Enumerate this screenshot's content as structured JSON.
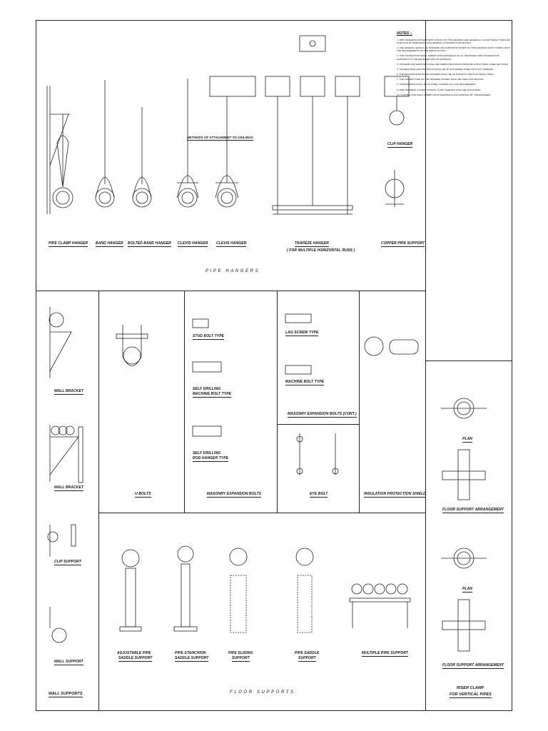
{
  "sections": {
    "hangers_title": "PIPE HANGERS",
    "floor_title": "FLOOR SUPPORTS",
    "wall_title": "WALL SUPPORTS",
    "riser_title_1": "RISER CLAMP",
    "riser_title_2": "FOR VERTICAL PIPES"
  },
  "hangers": {
    "pipe_clamp": "PIPE CLAMP HANGER",
    "band": "BAND HANGER",
    "bolted_band": "BOLTED BAND HANGER",
    "clevis_1": "CLEVIS HANGER",
    "clevis_2": "CLEVIS HANGER",
    "trapeze": "TRAPEZE HANGER",
    "trapeze_sub": "( FOR MULTIPLE HORIZONTAL RUNS )",
    "copper": "COPPER PIPE SUPPORT",
    "clip": "CLIP HANGER",
    "methods": "METHODS OF ATTACHMENT TO CEILINGS"
  },
  "middle": {
    "ubolts": "U-BOLTS",
    "masonry": "MASONRY EXPANSION BOLTS",
    "masonry_cont": "MASONRY EXPANSION BOLTS (CONT.)",
    "eye_bolt": "EYE BOLT",
    "insulation": "INSULATION PROTECTION SHIELD",
    "stud_bolt": "STUD BOLT TYPE",
    "self_drill_1": "SELF DRILLING",
    "self_drill_1b": "MACHINE BOLT TYPE",
    "self_drill_2": "SELF DRILLING",
    "self_drill_2b": "ROD HANGER TYPE",
    "lag_screw": "LAG SCREW TYPE",
    "machine_bolt": "MACHINE BOLT TYPE"
  },
  "wall": {
    "bracket_1": "WALL BRACKET",
    "bracket_2": "WALL BRACKET",
    "clip": "CLIP SUPPORT",
    "wall_support": "WALL SUPPORT"
  },
  "floor": {
    "adj_1": "ADJUSTABLE PIPE",
    "adj_2": "SADDLE SUPPORT",
    "stan_1": "PIPE STANCHION",
    "stan_2": "SADDLE SUPPORT",
    "slid_1": "PIPE SLIDING",
    "slid_2": "SUPPORT",
    "sadd_1": "PIPE SADDLE",
    "sadd_2": "SUPPORT",
    "multi": "MULTIPLE PIPE SUPPORT"
  },
  "riser": {
    "plan_1": "PLAN",
    "floor_arr_1": "FLOOR SUPPORT ARRANGEMENT",
    "plan_2": "PLAN",
    "floor_arr_2": "FLOOR SUPPORT ARRANGEMENT"
  },
  "notes": {
    "heading": "NOTES :-",
    "items": [
      "1. PIPE HANGERS AND SUPPORTS SHOWN ON THIS DRAWING ARE GENERALLY ACCEPTABLE TYPES AND GIVE DATA OF DIMENSIONS AND GENERAL CONSTRUCTION DETAILS.",
      "2. THE GENERAL DETAILS OF HANGERS AND SUPPORTS SHOWN ON THIS DRAWING MUST COMPLY WITH THE REQUIREMENTS OF THE SPECIFICATION.",
      "3. THE CONTRACTOR SHALL SUBMIT SHOP DRAWINGS OF ALL PROPOSED PIPE HANGERS AND SUPPORTS TO THE ENGINEER FOR HIS APPROVAL.",
      "4. HANGERS AND SUPPORTS SHALL BE FABRICATED FROM STANDARD STRUCTURAL STEEL SECTIONS.",
      "5. HANGER RODS AND PIPE BOLTS SHALL BE OF HOT-DIPPED STEEL WITH NUT THREADS.",
      "6. THE MAXIMUM SPACING OF HANGERS SHALL BE AS SHOWN IN THE FOLLOWING TABLE.",
      "7. THE LARGEST PIPE ON THE TRAPEZE HANGER SHALL BE USED FOR SPACING.",
      "8. HANGER RODS SHALL BE OF STEEL CAPABLE OF LOAD REQUIREMENT.",
      "9. PIPE HANGERS, CLAMPS, STRAPS, CLIPS, SLEEVES SHALL BE GALVANIZED.",
      "10. CONTRACTOR SHALL SUBMIT SHOP DRAWINGS FOR APPROVAL BY THE ENGINEER."
    ]
  }
}
